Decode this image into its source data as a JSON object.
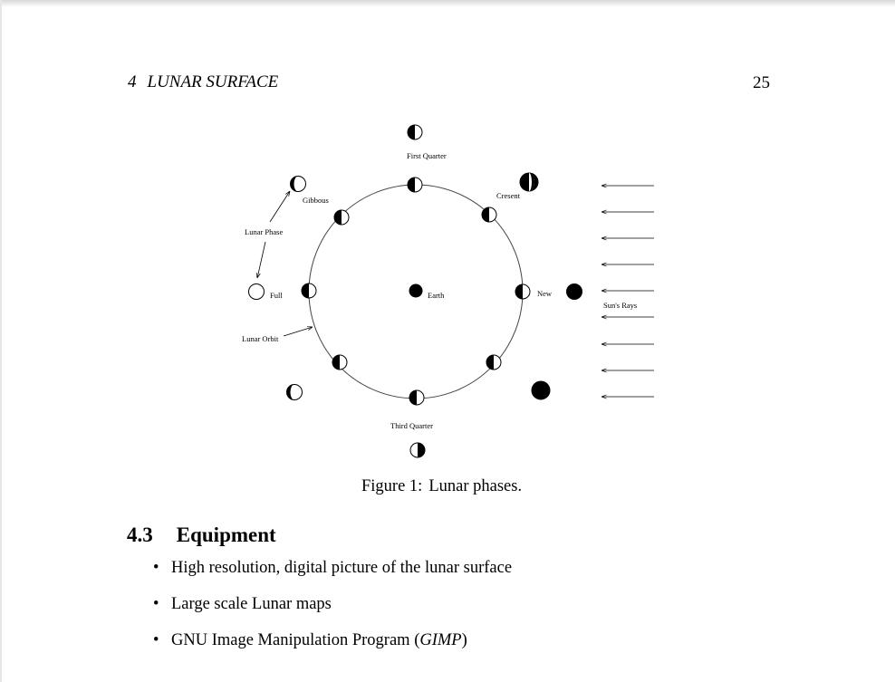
{
  "header": {
    "section_number": "4",
    "section_title": "LUNAR SURFACE",
    "page_number": "25"
  },
  "figure": {
    "labels": {
      "first_quarter": "First Quarter",
      "third_quarter": "Third Quarter",
      "gibbous": "Gibbous",
      "cresent": "Cresent",
      "lunar_phase": "Lunar Phase",
      "full": "Full",
      "new": "New",
      "earth": "Earth",
      "lunar_orbit": "Lunar Orbit",
      "suns_rays": "Sun's Rays"
    },
    "caption_label": "Figure 1:",
    "caption_text": "Lunar phases."
  },
  "section": {
    "number": "4.3",
    "title": "Equipment"
  },
  "items": {
    "bullet": "•",
    "item1": "High resolution, digital picture of the lunar surface",
    "item2": "Large scale Lunar maps",
    "item3_pre": "GNU Image Manipulation Program (",
    "item3_em": "GIMP",
    "item3_post": ")"
  }
}
